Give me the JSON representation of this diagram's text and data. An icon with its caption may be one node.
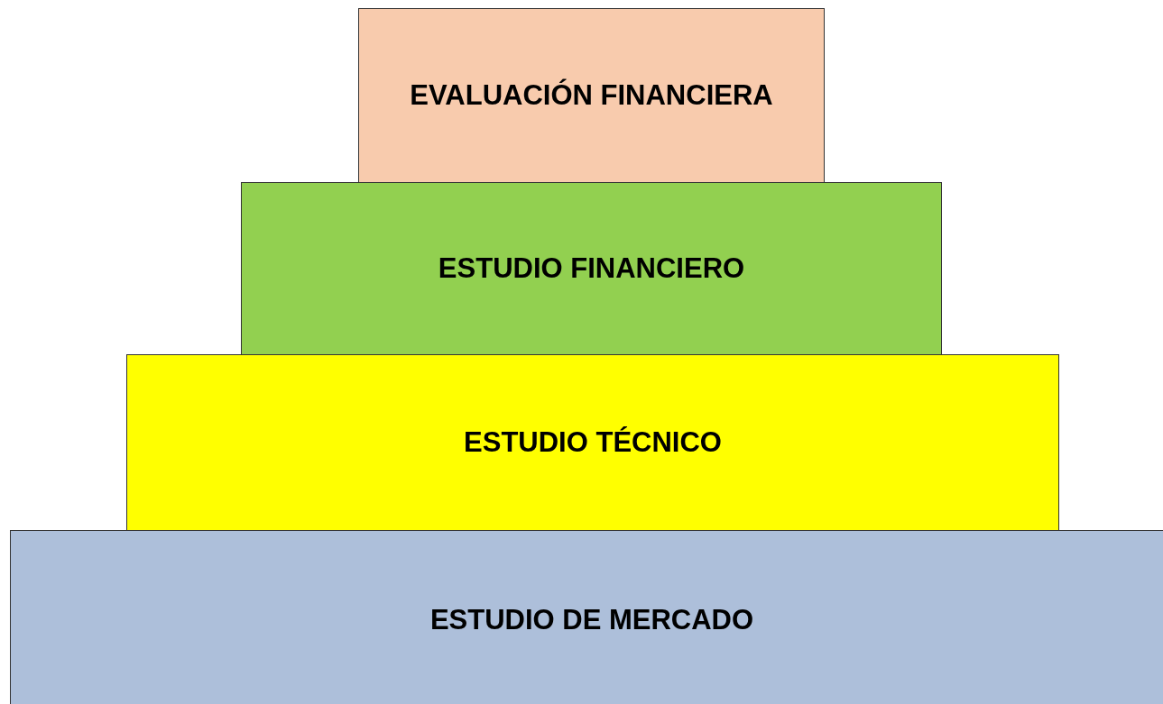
{
  "diagram": {
    "nodes": [
      {
        "text": [
          "EVALUACIÓN FINANCIERA"
        ]
      },
      {
        "text": [
          "ESTUDIO FINANCIERO"
        ]
      },
      {
        "text": [
          "ESTUDIO TÉCNICO"
        ]
      },
      {
        "text": [
          "ESTUDIO DE MERCADO"
        ]
      }
    ]
  }
}
